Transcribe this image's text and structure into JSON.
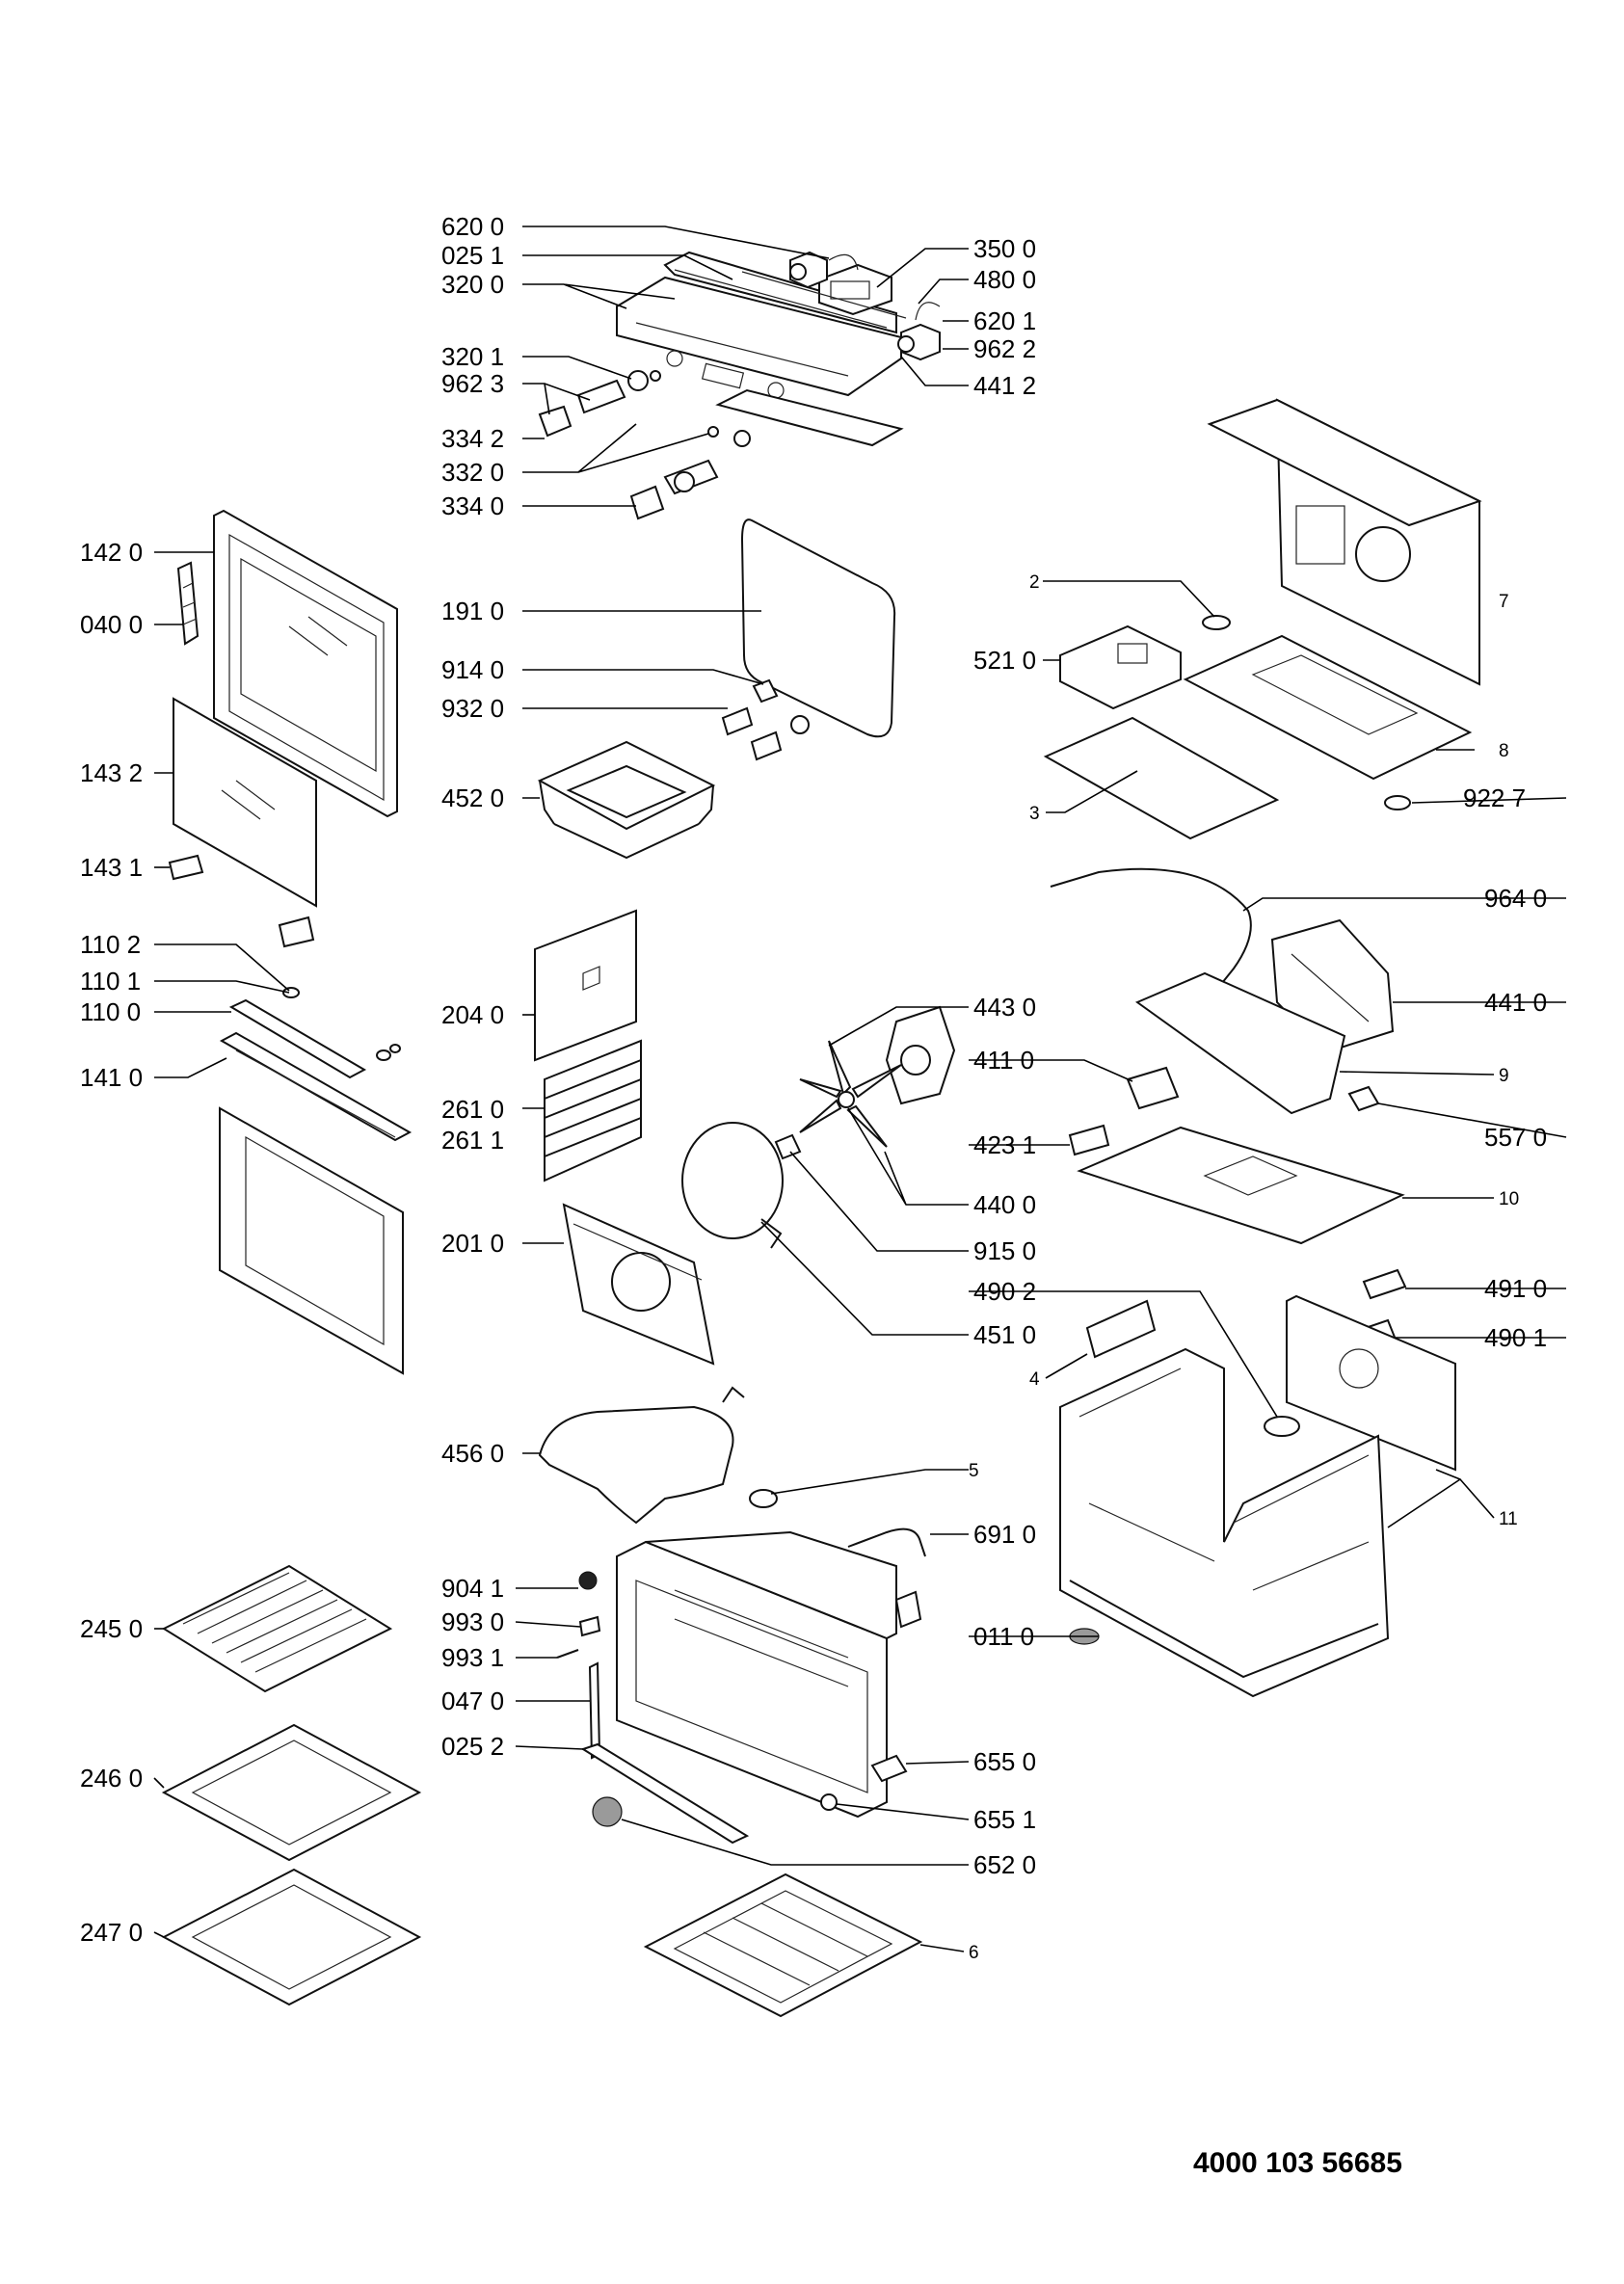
{
  "document_number": "4000 103 56685",
  "part_labels": {
    "l6200a": "620 0",
    "l0251": "025 1",
    "l3200": "320 0",
    "l3201": "320 1",
    "l9623": "962 3",
    "l3342": "334 2",
    "l3320": "332 0",
    "l3340": "334 0",
    "l3500": "350 0",
    "l4800": "480 0",
    "l6201": "620 1",
    "l9622": "962 2",
    "l4412": "441 2",
    "l1420": "142 0",
    "l0400": "040 0",
    "l1432": "143 2",
    "l1431": "143 1",
    "l1102": "110 2",
    "l1101": "110 1",
    "l1100": "110 0",
    "l1410": "141 0",
    "l1910": "191 0",
    "l9140": "914 0",
    "l9320": "932 0",
    "l4520": "452 0",
    "l2040": "204 0",
    "l2610": "261 0",
    "l2611": "261 1",
    "l2010": "201 0",
    "l4560": "456 0",
    "l4430": "443 0",
    "l4110": "411 0",
    "l4231": "423 1",
    "l4400": "440 0",
    "l9150": "915 0",
    "l4510": "451 0",
    "l2": "2",
    "l5210": "521 0",
    "l3": "3",
    "l7": "7",
    "l8": "8",
    "l9227": "922 7",
    "l9640": "964 0",
    "l4410": "441 0",
    "l9": "9",
    "l5570": "557 0",
    "l10": "10",
    "l4910": "491 0",
    "l4902": "490 2",
    "l4901": "490 1",
    "l4": "4",
    "l11": "11",
    "l5": "5",
    "l6910": "691 0",
    "l9041": "904 1",
    "l9930": "993 0",
    "l9931": "993 1",
    "l0470": "047 0",
    "l0252": "025 2",
    "l0110": "011 0",
    "l6550": "655 0",
    "l6551": "655 1",
    "l6520": "652 0",
    "l6": "6",
    "l2450": "245 0",
    "l2460": "246 0",
    "l2470": "247 0"
  }
}
